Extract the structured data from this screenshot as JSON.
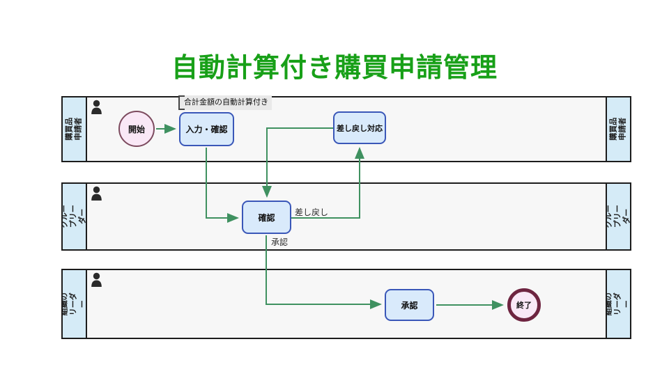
{
  "title": "自動計算付き購買申請管理",
  "lanes": [
    {
      "label": "購買品申請者"
    },
    {
      "label": "グループリー\nダー"
    },
    {
      "label": "組織のリーダ\nー"
    }
  ],
  "nodes": {
    "start": "開始",
    "input_confirm": "入力・確認",
    "rework": "差し戻し対応",
    "confirm": "確認",
    "approve": "承認",
    "end": "終了"
  },
  "annotation": "合計金額の自動計算付き",
  "edge_labels": {
    "reject": "差し戻し",
    "approve": "承認"
  },
  "colors": {
    "title_green": "#18a018",
    "flow_green": "#3f9160",
    "task_fill": "#d9eafb",
    "task_border": "#3a57b8",
    "event_fill": "#f9e8f6",
    "start_border": "#7c4a5e",
    "end_border": "#6e2440",
    "lane_label_fill": "#d5ebf7",
    "lane_body_fill": "#f7f7f7"
  }
}
